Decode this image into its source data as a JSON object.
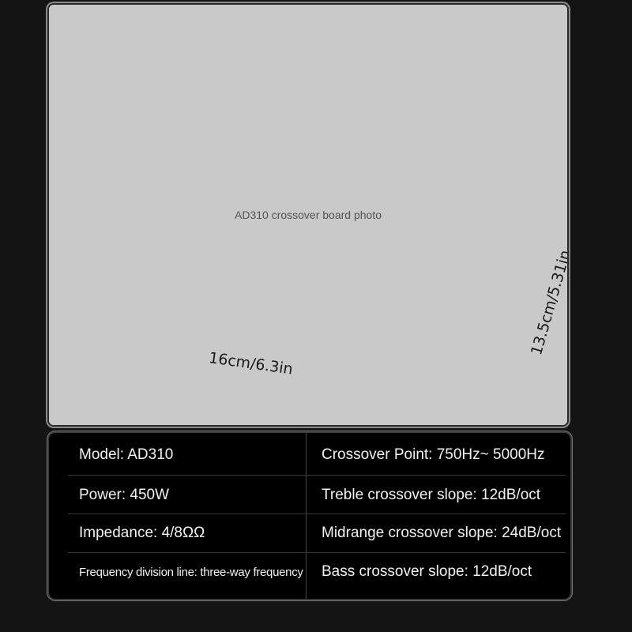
{
  "product_photo": {
    "placeholder": "AD310 crossover board photo",
    "width_label": "16cm/6.3in",
    "height_label": "13.5cm/5.31in"
  },
  "specs": {
    "left": [
      "Model: AD310",
      "Power: 450W",
      "Impedance: 4/8ΩΩ",
      "Frequency division line: three-way frequency"
    ],
    "right": [
      "Crossover Point: 750Hz~ 5000Hz",
      "Treble crossover slope: 12dB/oct",
      "Midrange crossover slope: 24dB/oct",
      "Bass crossover slope: 12dB/oct"
    ]
  }
}
